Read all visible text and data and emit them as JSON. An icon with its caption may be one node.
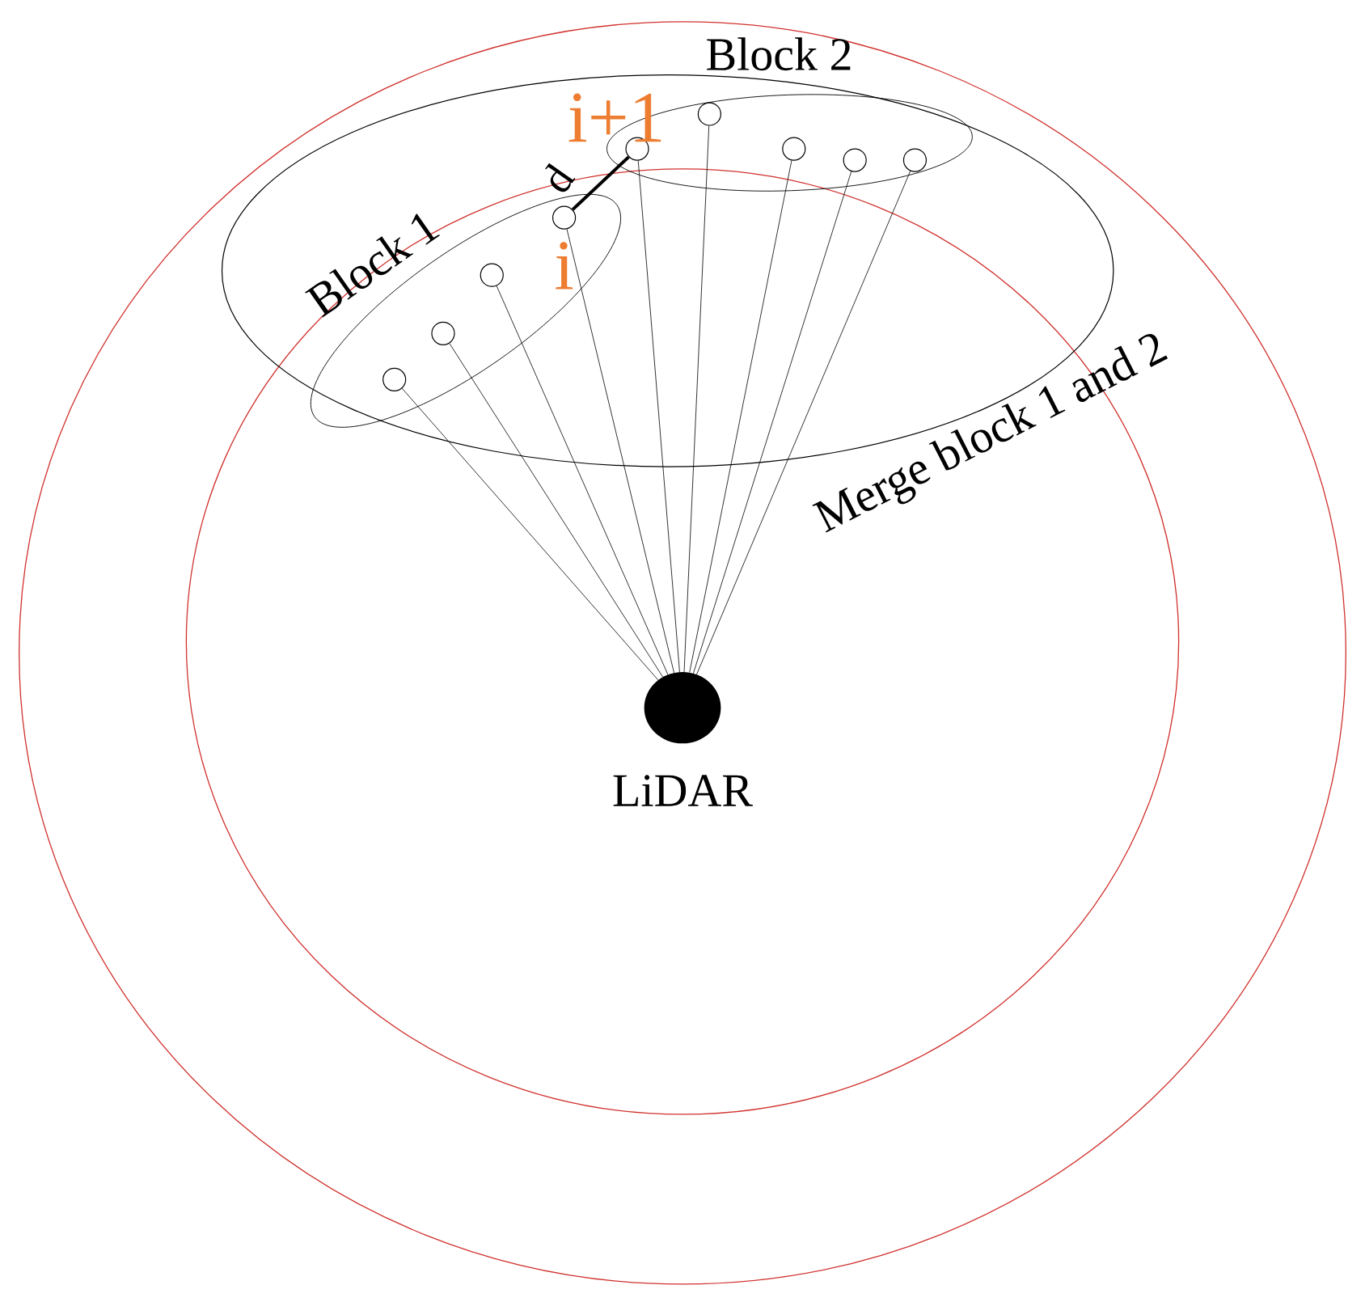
{
  "diagram": {
    "nodes": [
      {
        "text": [
          "Merge block 1 and 2"
        ]
      },
      {
        "text": [
          "Block 1"
        ],
        "in": 0
      },
      {
        "text": [
          "Block 2"
        ],
        "in": 0
      },
      {
        "text": [],
        "shape": "circle",
        "in": 1
      },
      {
        "text": [],
        "shape": "circle",
        "in": 1
      },
      {
        "text": [],
        "shape": "circle",
        "in": 1
      },
      {
        "text": [],
        "shape": "circle",
        "in": 1,
        "beside": [
          "i"
        ]
      },
      {
        "text": [],
        "shape": "circle",
        "in": 2,
        "beside": [
          "i+1"
        ]
      },
      {
        "text": [],
        "shape": "circle",
        "in": 2
      },
      {
        "text": [],
        "shape": "circle",
        "in": 2
      },
      {
        "text": [],
        "shape": "circle",
        "in": 2
      },
      {
        "text": [],
        "shape": "circle",
        "in": 2
      },
      {
        "text": [],
        "shape": "circle",
        "beside": [
          "LiDAR"
        ]
      }
    ],
    "edges": [
      {
        "from": 3,
        "to": 12,
        "arrow": "none"
      },
      {
        "from": 4,
        "to": 12,
        "arrow": "none"
      },
      {
        "from": 5,
        "to": 12,
        "arrow": "none"
      },
      {
        "from": 6,
        "to": 12,
        "arrow": "none"
      },
      {
        "from": 7,
        "to": 12,
        "arrow": "none"
      },
      {
        "from": 8,
        "to": 12,
        "arrow": "none"
      },
      {
        "from": 9,
        "to": 12,
        "arrow": "none"
      },
      {
        "from": 10,
        "to": 12,
        "arrow": "none"
      },
      {
        "from": 11,
        "to": 12,
        "arrow": "none"
      },
      {
        "from": 6,
        "to": 7,
        "arrow": "none",
        "label": "d",
        "style": "thick"
      }
    ]
  }
}
